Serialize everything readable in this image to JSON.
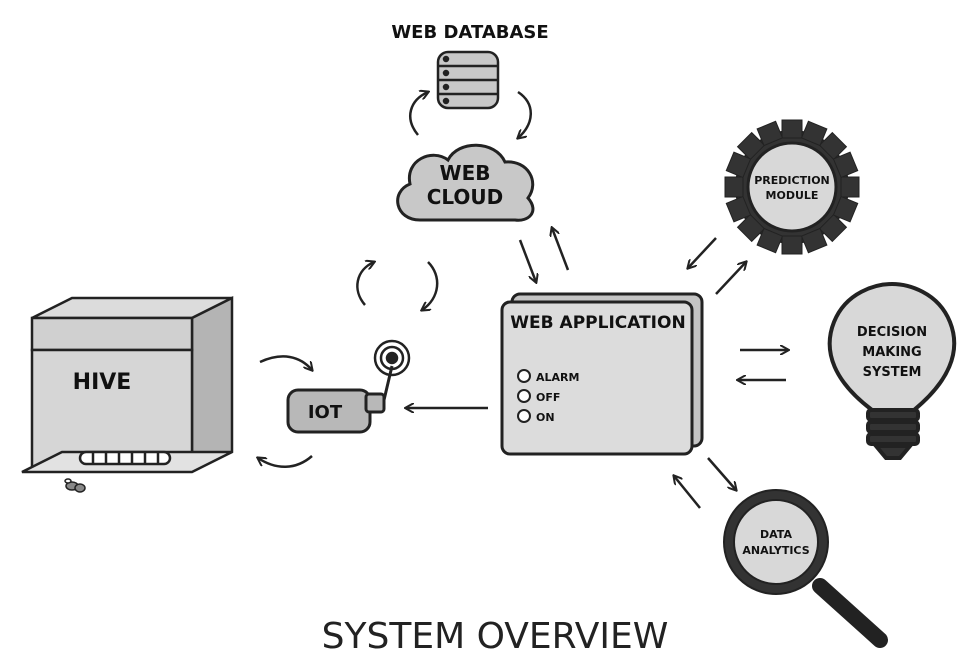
{
  "diagram": {
    "title": "SYSTEM OVERVIEW",
    "nodes": {
      "web_database": "WEB DATABASE",
      "web_cloud": [
        "WEB",
        "CLOUD"
      ],
      "hive": "HIVE",
      "iot": "IOT",
      "web_application": {
        "title": "WEB APPLICATION",
        "indicators": [
          "ALARM",
          "OFF",
          "ON"
        ]
      },
      "prediction_module": [
        "PREDICTION",
        "MODULE"
      ],
      "decision_making_system": [
        "DECISION",
        "MAKING",
        "SYSTEM"
      ],
      "data_analytics": [
        "DATA",
        "ANALYTICS"
      ]
    }
  }
}
